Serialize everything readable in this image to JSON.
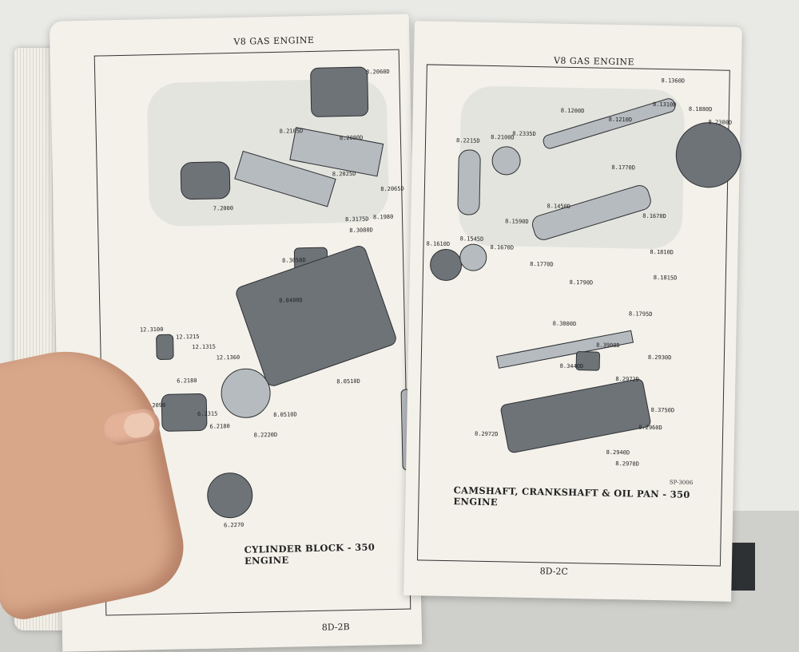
{
  "left_page": {
    "header": "V8 GAS ENGINE",
    "caption": "CYLINDER BLOCK - 350 ENGINE",
    "folio": "8D-2B",
    "labels": [
      "8.2060D",
      "8.2105D",
      "8.2080D",
      "8.2025D",
      "8.2065D",
      "7.2000",
      "8.3175D",
      "8.1980",
      "8.3080D",
      "8.3050D",
      "8.0400D",
      "12.3100",
      "12.1215",
      "12.1315",
      "12.1360",
      "6.2180",
      "6.2090",
      "6.2315",
      "6.2180",
      "8.2220D",
      "8.0510D",
      "8.0510D",
      "6.2270"
    ]
  },
  "right_page": {
    "header": "V8 GAS ENGINE",
    "caption": "CAMSHAFT, CRANKSHAFT & OIL PAN - 350 ENGINE",
    "folio": "8D-2C",
    "ref_code": "SP-3006",
    "labels": [
      "8.1360D",
      "8.1310D",
      "8.1880D",
      "8.2300D",
      "8.1200D",
      "8.1210D",
      "8.2215D",
      "8.2100D",
      "8.2335D",
      "8.1770D",
      "8.1670D",
      "8.1450D",
      "8.1590D",
      "8.1545D",
      "8.1610D",
      "8.1670D",
      "8.1770D",
      "8.1810D",
      "8.1815D",
      "8.1790D",
      "8.1795D",
      "8.3800D",
      "8.3900D",
      "8.3440D",
      "8.2930D",
      "8.2972D",
      "8.3750D",
      "8.2960D",
      "8.2972D",
      "8.2940D",
      "8.2970D"
    ]
  }
}
